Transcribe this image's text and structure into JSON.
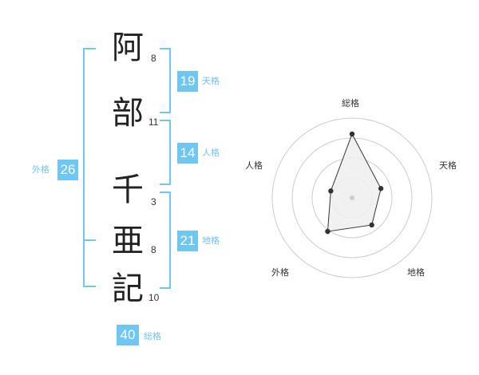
{
  "name": {
    "chars": [
      {
        "char": "阿",
        "strokes": "8"
      },
      {
        "char": "部",
        "strokes": "11"
      },
      {
        "char": "千",
        "strokes": "3"
      },
      {
        "char": "亜",
        "strokes": "8"
      },
      {
        "char": "記",
        "strokes": "10"
      }
    ]
  },
  "fortune": {
    "tenkaku": {
      "value": "19",
      "label": "天格"
    },
    "jinkaku": {
      "value": "14",
      "label": "人格"
    },
    "chikaku": {
      "value": "21",
      "label": "地格"
    },
    "gaikaku": {
      "value": "26",
      "label": "外格"
    },
    "soukaku": {
      "value": "40",
      "label": "総格"
    }
  },
  "colors": {
    "accent": "#6ec6f2",
    "ring": "#cccccc",
    "polygon_fill": "#eeeeee",
    "point": "#333333"
  },
  "chart_data": {
    "type": "radar",
    "axes": [
      "総格",
      "天格",
      "地格",
      "外格",
      "人格"
    ],
    "values": [
      40,
      19,
      21,
      26,
      14
    ],
    "rings": 4
  }
}
